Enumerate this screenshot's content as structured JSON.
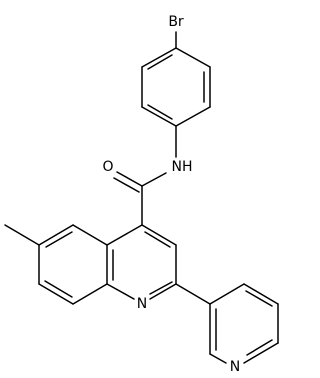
{
  "molecule": {
    "atoms": {
      "bromine": "Br",
      "amide_nh": "NH",
      "carbonyl_o": "O",
      "quinoline_n": "N",
      "pyridine_n": "N"
    }
  }
}
